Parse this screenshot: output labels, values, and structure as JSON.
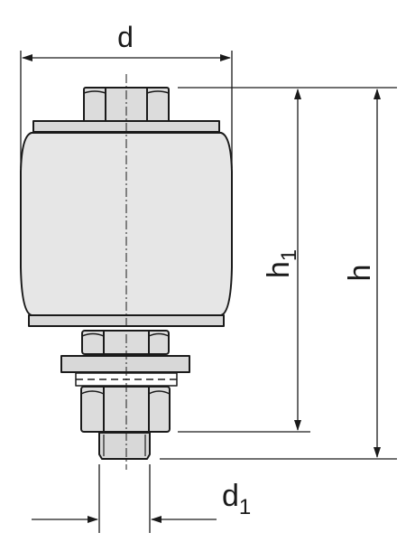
{
  "drawing": {
    "labels": {
      "d": "d",
      "h1_main": "h",
      "h1_sub": "1",
      "h": "h",
      "d1_main": "d",
      "d1_sub": "1"
    },
    "colors": {
      "line": "#1a1a1a",
      "body_fill": "#e6e6e6",
      "part_fill": "#dcdcdc",
      "background": "#ffffff"
    }
  }
}
